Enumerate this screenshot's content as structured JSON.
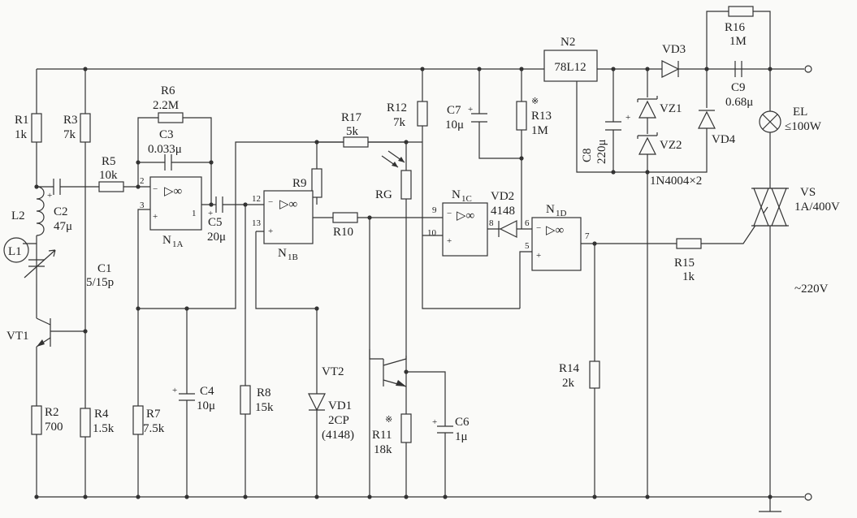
{
  "components": {
    "R1": {
      "ref": "R1",
      "value": "1k"
    },
    "R2": {
      "ref": "R2",
      "value": "700"
    },
    "R3": {
      "ref": "R3",
      "value": "7k"
    },
    "R4": {
      "ref": "R4",
      "value": "1.5k"
    },
    "R5": {
      "ref": "R5",
      "value": "10k"
    },
    "R6": {
      "ref": "R6",
      "value": "2.2M"
    },
    "R7": {
      "ref": "R7",
      "value": "7.5k"
    },
    "R8": {
      "ref": "R8",
      "value": "15k"
    },
    "R9": {
      "ref": "R9"
    },
    "R10": {
      "ref": "R10"
    },
    "R11": {
      "ref": "R11",
      "value": "18k",
      "mark": "※"
    },
    "R12": {
      "ref": "R12",
      "value": "7k"
    },
    "R13": {
      "ref": "R13",
      "value": "1M",
      "mark": "※"
    },
    "R14": {
      "ref": "R14",
      "value": "2k"
    },
    "R15": {
      "ref": "R15",
      "value": "1k"
    },
    "R16": {
      "ref": "R16",
      "value": "1M"
    },
    "R17": {
      "ref": "R17",
      "value": "5k"
    },
    "C1": {
      "ref": "C1",
      "value": "5/15p"
    },
    "C2": {
      "ref": "C2",
      "value": "47μ"
    },
    "C3": {
      "ref": "C3",
      "value": "0.033μ"
    },
    "C4": {
      "ref": "C4",
      "value": "10μ"
    },
    "C5": {
      "ref": "C5",
      "value": "20μ"
    },
    "C6": {
      "ref": "C6",
      "value": "1μ"
    },
    "C7": {
      "ref": "C7",
      "value": "10μ"
    },
    "C8": {
      "ref": "C8",
      "value": "220μ"
    },
    "C9": {
      "ref": "C9",
      "value": "0.68μ"
    },
    "L1": {
      "ref": "L1"
    },
    "L2": {
      "ref": "L2"
    },
    "VT1": {
      "ref": "VT1"
    },
    "VT2": {
      "ref": "VT2"
    },
    "VD1": {
      "ref": "VD1",
      "value": "2CP",
      "alt": "(4148)"
    },
    "VD2": {
      "ref": "VD2",
      "value": "4148"
    },
    "VD3": {
      "ref": "VD3"
    },
    "VD4": {
      "ref": "VD4"
    },
    "VZ1": {
      "ref": "VZ1"
    },
    "VZ2": {
      "ref": "VZ2"
    },
    "zener_note": "1N4004×2",
    "N2": {
      "ref": "N2",
      "value": "78L12"
    },
    "RG": {
      "ref": "RG"
    },
    "EL": {
      "ref": "EL",
      "value": "≤100W"
    },
    "VS": {
      "ref": "VS",
      "value": "1A/400V"
    },
    "mains": "~220V"
  },
  "opamps": {
    "NA": {
      "main": "N",
      "sub": "1A"
    },
    "NB": {
      "main": "N",
      "sub": "1B"
    },
    "NC": {
      "main": "N",
      "sub": "1C"
    },
    "ND": {
      "main": "N",
      "sub": "1D"
    },
    "infinity": "▷∞",
    "plus": "+",
    "minus": "−"
  },
  "pins": {
    "p1": "1",
    "p2": "2",
    "p3": "3",
    "p5": "5",
    "p6": "6",
    "p7": "7",
    "p8": "8",
    "p9": "9",
    "p10": "10",
    "p12": "12",
    "p13": "13"
  }
}
